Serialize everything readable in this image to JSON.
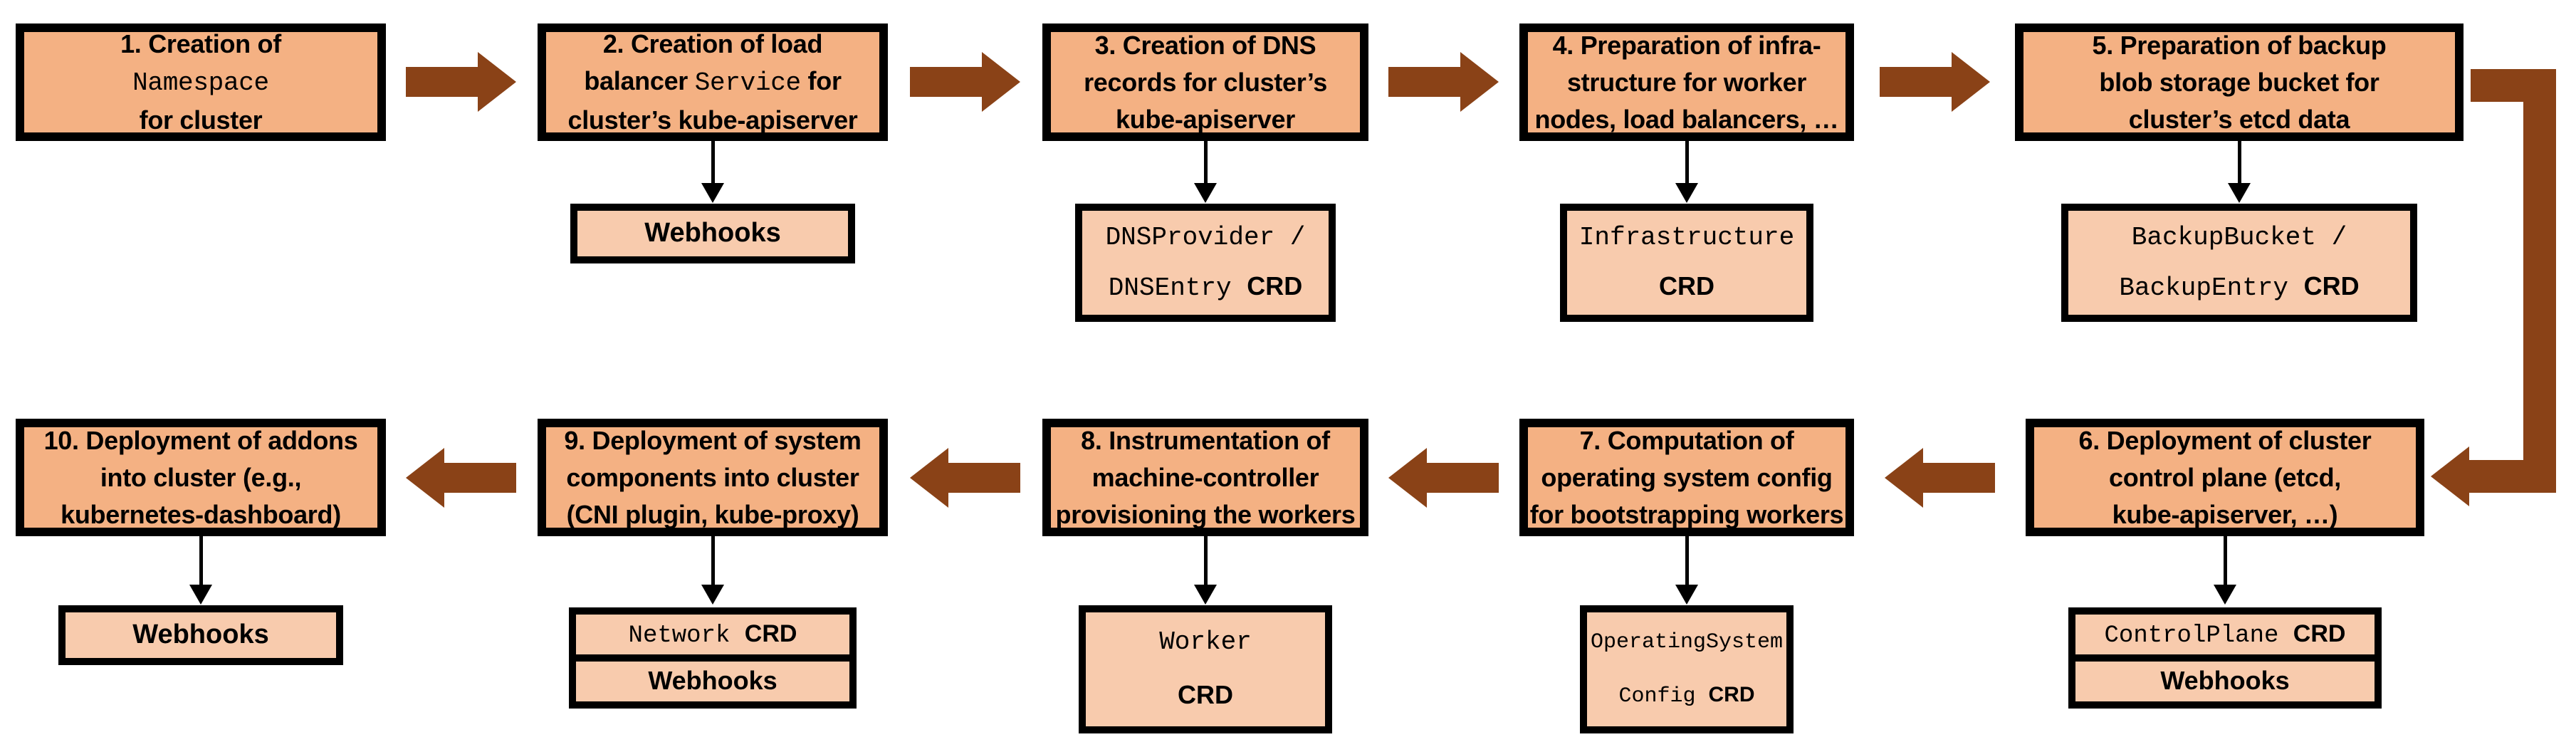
{
  "diagram": {
    "type": "flowchart",
    "background": "#FFFFFF",
    "colors": {
      "step_box_fill": "#F4B183",
      "resource_box_fill": "#F8CBAD",
      "box_border": "#000000",
      "flow_arrow": "#8A4217",
      "link_arrow": "#000000"
    },
    "steps": [
      {
        "id": 1,
        "lines": [
          [
            {
              "t": "1. Creation of",
              "f": "sans"
            }
          ],
          [
            {
              "t": "Namespace",
              "f": "mono"
            }
          ],
          [
            {
              "t": "for cluster",
              "f": "sans"
            }
          ]
        ]
      },
      {
        "id": 2,
        "lines": [
          [
            {
              "t": "2. Creation of load",
              "f": "sans"
            }
          ],
          [
            {
              "t": "balancer ",
              "f": "sans"
            },
            {
              "t": "Service",
              "f": "mono"
            },
            {
              "t": " for",
              "f": "sans"
            }
          ],
          [
            {
              "t": "cluster’s kube-apiserver",
              "f": "sans"
            }
          ]
        ]
      },
      {
        "id": 3,
        "lines": [
          [
            {
              "t": "3. Creation of DNS",
              "f": "sans"
            }
          ],
          [
            {
              "t": "records for cluster’s",
              "f": "sans"
            }
          ],
          [
            {
              "t": "kube-apiserver",
              "f": "sans"
            }
          ]
        ]
      },
      {
        "id": 4,
        "lines": [
          [
            {
              "t": "4. Preparation of infra-",
              "f": "sans"
            }
          ],
          [
            {
              "t": "structure for worker",
              "f": "sans"
            }
          ],
          [
            {
              "t": "nodes, load balancers, …",
              "f": "sans"
            }
          ]
        ]
      },
      {
        "id": 5,
        "lines": [
          [
            {
              "t": "5. Preparation of backup",
              "f": "sans"
            }
          ],
          [
            {
              "t": "blob storage bucket for",
              "f": "sans"
            }
          ],
          [
            {
              "t": "cluster’s etcd data",
              "f": "sans"
            }
          ]
        ]
      },
      {
        "id": 6,
        "lines": [
          [
            {
              "t": "6. Deployment of cluster",
              "f": "sans"
            }
          ],
          [
            {
              "t": "control plane (etcd,",
              "f": "sans"
            }
          ],
          [
            {
              "t": "kube-apiserver, …)",
              "f": "sans"
            }
          ]
        ]
      },
      {
        "id": 7,
        "lines": [
          [
            {
              "t": "7. Computation of",
              "f": "sans"
            }
          ],
          [
            {
              "t": "operating system config",
              "f": "sans"
            }
          ],
          [
            {
              "t": "for bootstrapping workers",
              "f": "sans"
            }
          ]
        ]
      },
      {
        "id": 8,
        "lines": [
          [
            {
              "t": "8. Instrumentation of",
              "f": "sans"
            }
          ],
          [
            {
              "t": "machine-controller",
              "f": "sans"
            }
          ],
          [
            {
              "t": "provisioning the workers",
              "f": "sans"
            }
          ]
        ]
      },
      {
        "id": 9,
        "lines": [
          [
            {
              "t": "9. Deployment of system",
              "f": "sans"
            }
          ],
          [
            {
              "t": "components into cluster",
              "f": "sans"
            }
          ],
          [
            {
              "t": "(CNI plugin, kube-proxy)",
              "f": "sans"
            }
          ]
        ]
      },
      {
        "id": 10,
        "lines": [
          [
            {
              "t": "10. Deployment of addons",
              "f": "sans"
            }
          ],
          [
            {
              "t": "into cluster (e.g.,",
              "f": "sans"
            }
          ],
          [
            {
              "t": "kubernetes-dashboard)",
              "f": "sans"
            }
          ]
        ]
      }
    ],
    "resources": [
      {
        "attached_to": 2,
        "lines": [
          [
            {
              "t": "Webhooks",
              "f": "bold"
            }
          ]
        ]
      },
      {
        "attached_to": 3,
        "lines": [
          [
            {
              "t": "DNSProvider /",
              "f": "mono"
            }
          ],
          [
            {
              "t": "DNSEntry ",
              "f": "mono"
            },
            {
              "t": "CRD",
              "f": "bold"
            }
          ]
        ]
      },
      {
        "attached_to": 4,
        "lines": [
          [
            {
              "t": "Infrastructure",
              "f": "mono"
            }
          ],
          [
            {
              "t": "CRD",
              "f": "bold"
            }
          ]
        ]
      },
      {
        "attached_to": 5,
        "lines": [
          [
            {
              "t": "BackupBucket /",
              "f": "mono"
            }
          ],
          [
            {
              "t": "BackupEntry ",
              "f": "mono"
            },
            {
              "t": "CRD",
              "f": "bold"
            }
          ]
        ]
      },
      {
        "attached_to": 6,
        "lines": [
          [
            {
              "t": "ControlPlane ",
              "f": "mono"
            },
            {
              "t": "CRD",
              "f": "bold"
            }
          ]
        ]
      },
      {
        "attached_to": 6,
        "lines": [
          [
            {
              "t": "Webhooks",
              "f": "bold"
            }
          ]
        ]
      },
      {
        "attached_to": 7,
        "lines": [
          [
            {
              "t": "OperatingSystem",
              "f": "mono"
            }
          ],
          [
            {
              "t": "Config ",
              "f": "mono"
            },
            {
              "t": "CRD",
              "f": "bold"
            }
          ]
        ]
      },
      {
        "attached_to": 8,
        "lines": [
          [
            {
              "t": "Worker",
              "f": "mono"
            }
          ],
          [
            {
              "t": "CRD",
              "f": "bold"
            }
          ]
        ]
      },
      {
        "attached_to": 9,
        "lines": [
          [
            {
              "t": "Network ",
              "f": "mono"
            },
            {
              "t": "CRD",
              "f": "bold"
            }
          ]
        ]
      },
      {
        "attached_to": 9,
        "lines": [
          [
            {
              "t": "Webhooks",
              "f": "bold"
            }
          ]
        ]
      },
      {
        "attached_to": 10,
        "lines": [
          [
            {
              "t": "Webhooks",
              "f": "bold"
            }
          ]
        ]
      }
    ],
    "flow": [
      {
        "from": 1,
        "to": 2,
        "direction": "right"
      },
      {
        "from": 2,
        "to": 3,
        "direction": "right"
      },
      {
        "from": 3,
        "to": 4,
        "direction": "right"
      },
      {
        "from": 4,
        "to": 5,
        "direction": "right"
      },
      {
        "from": 5,
        "to": 6,
        "direction": "wrap-down-left"
      },
      {
        "from": 6,
        "to": 7,
        "direction": "left"
      },
      {
        "from": 7,
        "to": 8,
        "direction": "left"
      },
      {
        "from": 8,
        "to": 9,
        "direction": "left"
      },
      {
        "from": 9,
        "to": 10,
        "direction": "left"
      }
    ]
  }
}
